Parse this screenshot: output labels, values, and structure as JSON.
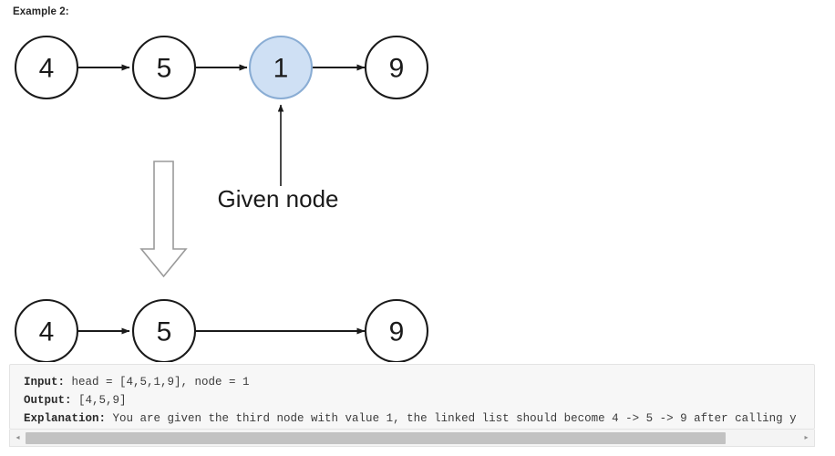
{
  "heading": {
    "label": "Example 2:"
  },
  "diagram": {
    "given_node_caption": "Given node",
    "colors": {
      "node_stroke": "#1a1a1a",
      "node_fill": "#ffffff",
      "highlight_fill": "#cfe0f4",
      "highlight_stroke": "#8aadd4",
      "transform_arrow_stroke": "#9a9a9a"
    },
    "before_list": {
      "nodes": [
        {
          "value": "4",
          "highlighted": false
        },
        {
          "value": "5",
          "highlighted": false
        },
        {
          "value": "1",
          "highlighted": true
        },
        {
          "value": "9",
          "highlighted": false
        }
      ]
    },
    "after_list": {
      "nodes": [
        {
          "value": "4",
          "highlighted": false
        },
        {
          "value": "5",
          "highlighted": false
        },
        {
          "value": "9",
          "highlighted": false
        }
      ]
    }
  },
  "code_block": {
    "lines": [
      {
        "key": "Input:",
        "text": " head = [4,5,1,9], node = 1"
      },
      {
        "key": "Output:",
        "text": " [4,5,9]"
      },
      {
        "key": "Explanation:",
        "text": " You are given the third node with value 1, the linked list should become 4 -> 5 -> 9 after calling y"
      }
    ]
  },
  "scrollbar": {
    "left_arrow": "◂",
    "right_arrow": "▸",
    "thumb_width_percent": "90.6"
  }
}
